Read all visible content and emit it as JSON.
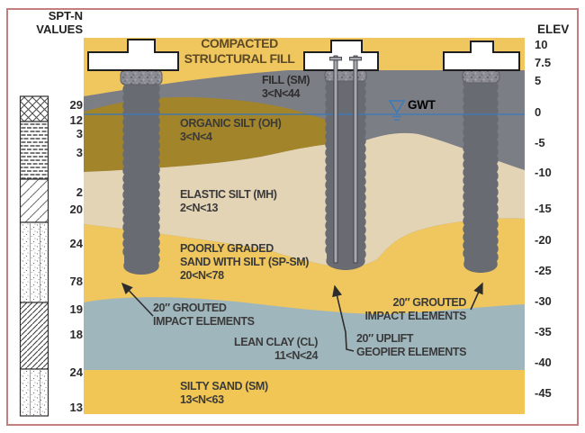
{
  "headers": {
    "spt_line1": "SPT-N",
    "spt_line2": "VALUES",
    "elev": "ELEV"
  },
  "spt_values": [
    "29",
    "12",
    "3",
    "3",
    "2",
    "20",
    "24",
    "78",
    "19",
    "18",
    "24",
    "13"
  ],
  "elev_values": [
    "10",
    "7.5",
    "5",
    "0",
    "-5",
    "-10",
    "-15",
    "-20",
    "-25",
    "-30",
    "-35",
    "-40",
    "-45"
  ],
  "gwt_label": "GWT",
  "labels": {
    "compacted_1": "COMPACTED",
    "compacted_2": "STRUCTURAL FILL",
    "fill_1": "FILL (SM)",
    "fill_2": "3<N<44",
    "organic_1": "ORGANIC SILT (OH)",
    "organic_2": "3<N<4",
    "elastic_1": "ELASTIC SILT (MH)",
    "elastic_2": "2<N<13",
    "sand_1": "POORLY GRADED",
    "sand_2": "SAND WITH SILT (SP-SM)",
    "sand_3": "20<N<78",
    "clay_1": "LEAN CLAY (CL)",
    "clay_2": "11<N<24",
    "silty_1": "SILTY SAND (SM)",
    "silty_2": "13<N<63",
    "grouted_left_1": "20″ GROUTED",
    "grouted_left_2": "IMPACT ELEMENTS",
    "grouted_right_1": "20″ GROUTED",
    "grouted_right_2": "IMPACT ELEMENTS",
    "uplift_1": "20″ UPLIFT",
    "uplift_2": "GEOPIER ELEMENTS"
  },
  "colors": {
    "yellow_fill": "#EFC75E",
    "gray_fill": "#7C7E86",
    "olive_organic": "#A2842B",
    "tan_elastic": "#E4D4B6",
    "yellow_sand": "#EFC75E",
    "clay_blue": "#A0B6BD",
    "yellow_silty": "#F1C654",
    "pile_gray": "#696B73",
    "cap_gray": "#8B8C93",
    "rod_gray": "#A6A8AE",
    "gwt_blue": "#3D7AB8",
    "border_pink": "#C37F7F",
    "label_dark": "#3A3A3A",
    "label_brown": "#5E4A26"
  }
}
